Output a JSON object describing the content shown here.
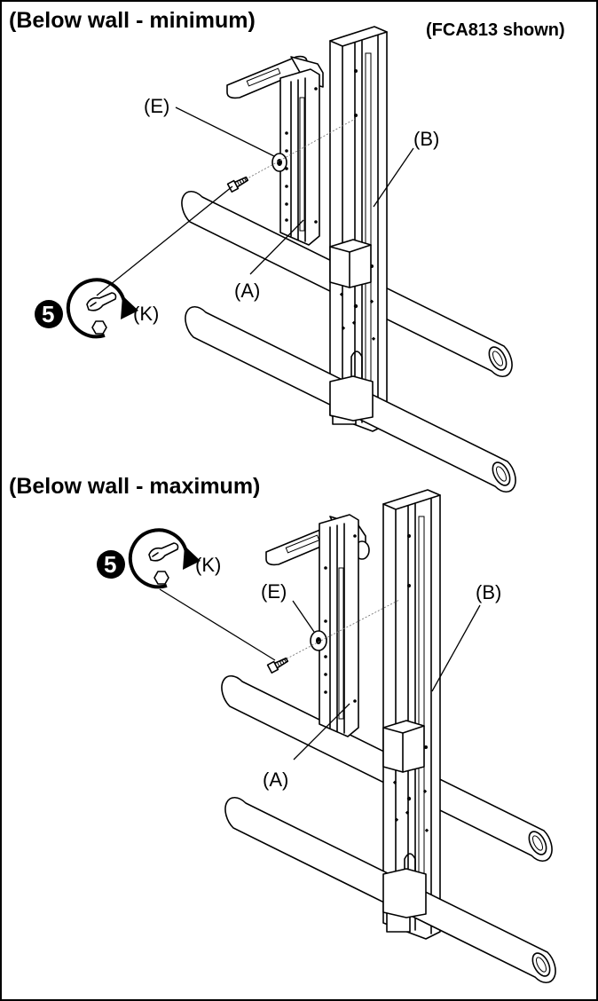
{
  "panels": [
    {
      "title": "(Below wall - minimum)",
      "note": "(FCA813 shown)",
      "step": "5",
      "labels": {
        "a": "(A)",
        "b": "(B)",
        "e": "(E)",
        "k": "(K)"
      }
    },
    {
      "title": "(Below wall - maximum)",
      "step": "5",
      "labels": {
        "a": "(A)",
        "b": "(B)",
        "e": "(E)",
        "k": "(K)"
      }
    }
  ]
}
